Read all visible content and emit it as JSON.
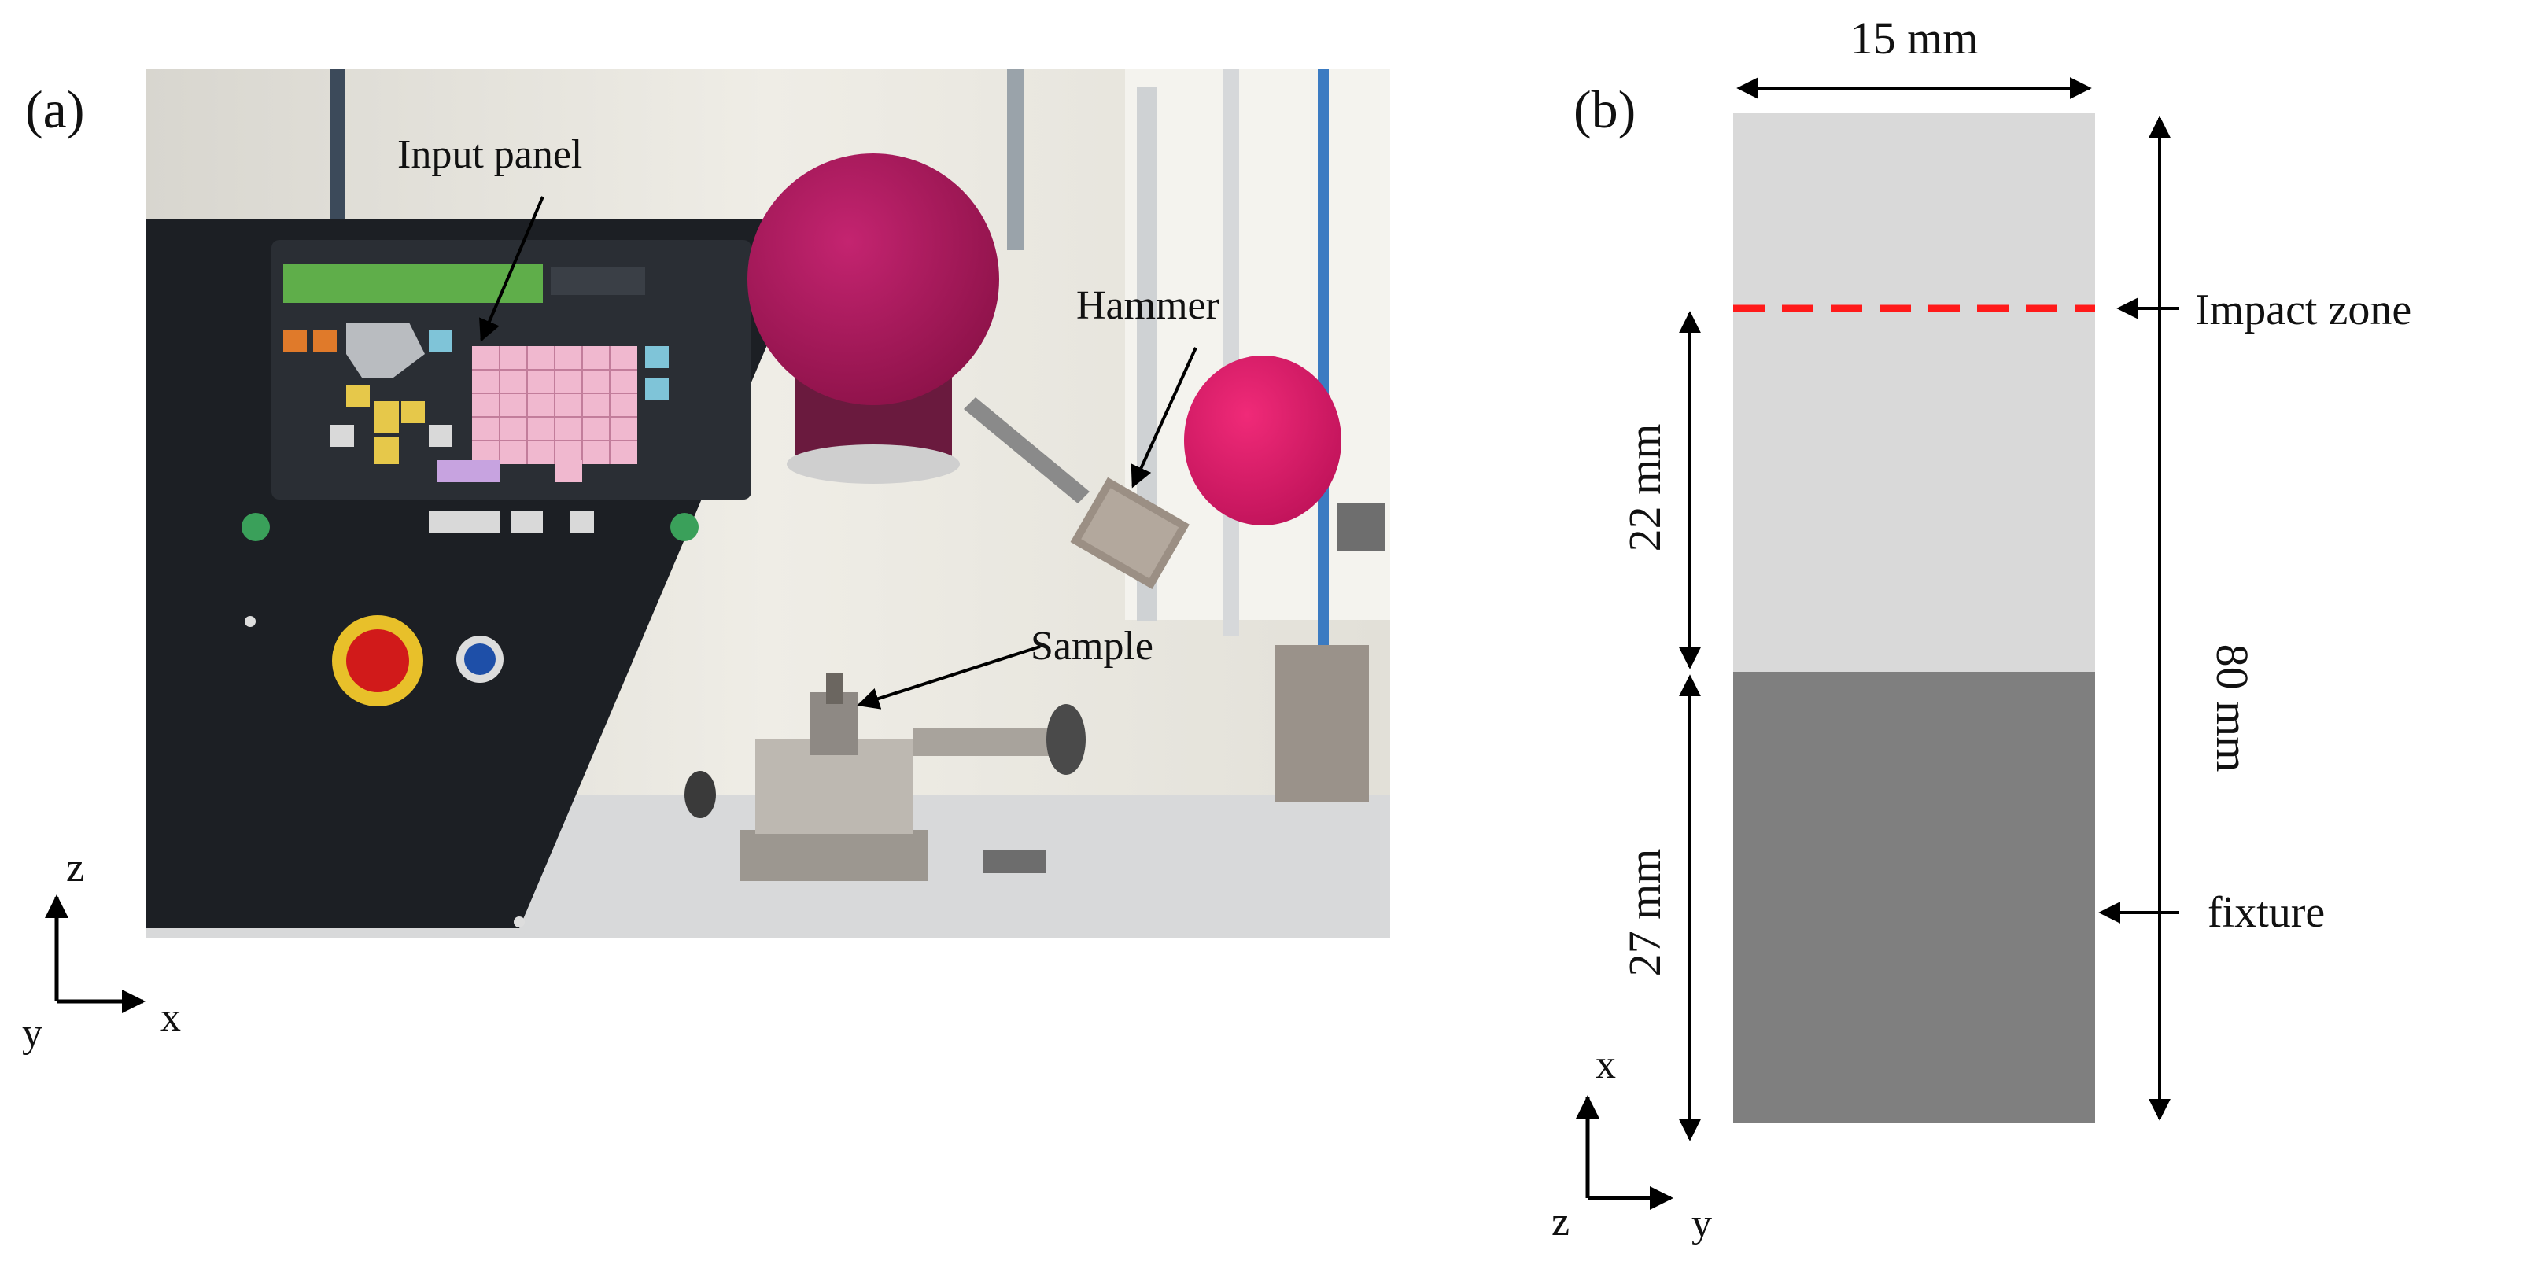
{
  "panel_a": {
    "label": "(a)",
    "callouts": {
      "input_panel": "Input panel",
      "hammer": "Hammer",
      "sample": "Sample"
    },
    "axes": {
      "vertical": "z",
      "depth": "y",
      "horizontal": "x"
    }
  },
  "panel_b": {
    "label": "(b)",
    "dimensions": {
      "width": "15 mm",
      "height": "80 mm",
      "upper_span": "22 mm",
      "lower_span": "27 mm"
    },
    "callouts": {
      "impact_zone": "Impact zone",
      "fixture": "fixture"
    },
    "axes": {
      "vertical": "x",
      "depth": "z",
      "horizontal": "y"
    },
    "colors": {
      "specimen_light": "#d9d9d9",
      "specimen_dark": "#7f7f7f",
      "impact_line": "#ff1a1a"
    }
  },
  "colors": {
    "machine_body": "#1c1f24",
    "pendulum_disc": "#b0195f",
    "hammer_disc": "#e0226a",
    "display": "#4fae4a",
    "keypad": "#f0b8cf",
    "wall": "#e8e6df"
  }
}
